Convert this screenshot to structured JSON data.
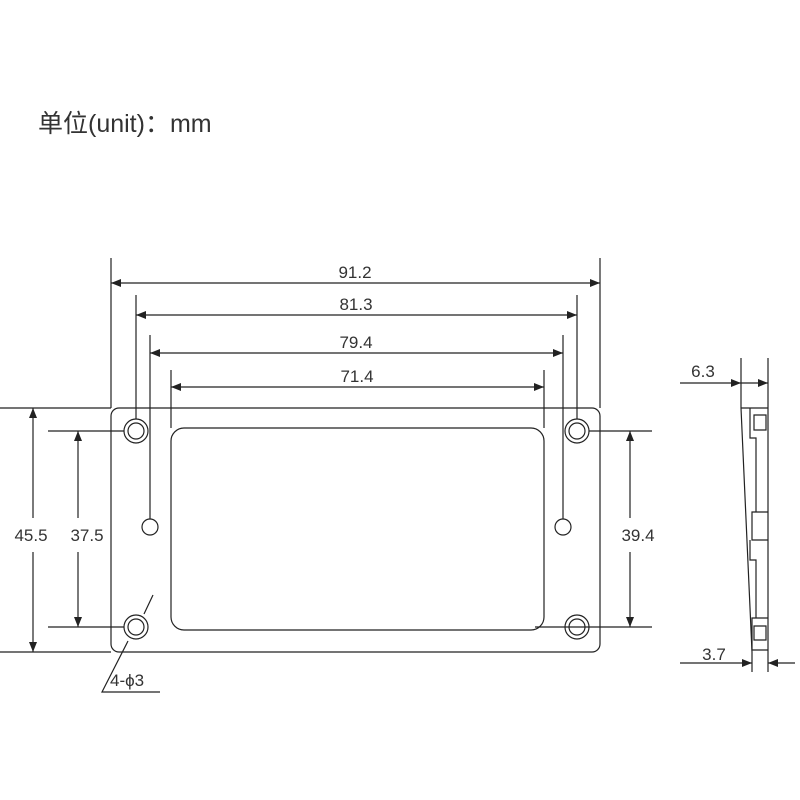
{
  "unit_label": "单位(unit)：mm",
  "dimensions": {
    "overall_width": "91.2",
    "mount_hole_spacing": "81.3",
    "small_hole_spacing": "79.4",
    "window_width": "71.4",
    "overall_height": "45.5",
    "mount_hole_vertical": "37.5",
    "right_height": "39.4",
    "hole_callout": "4-ϕ3",
    "side_top_thickness": "6.3",
    "side_bottom_thickness": "3.7"
  }
}
